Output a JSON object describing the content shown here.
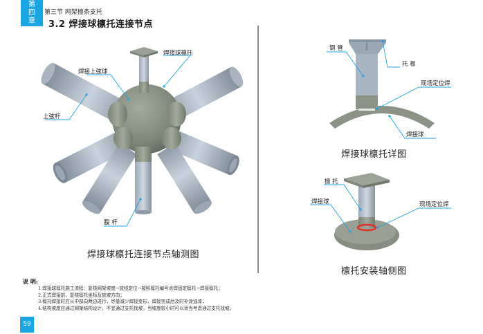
{
  "header": {
    "chapter_badge": [
      "第",
      "四",
      "章"
    ],
    "section_subtitle": "第三节 网架檩条支托",
    "section_title": "3.2 焊接球檩托连接节点"
  },
  "figures": {
    "main": {
      "caption": "焊接球檩托连接节点轴测图",
      "labels": {
        "purlin_support": "焊接球檩托",
        "upper_chord_ball": "焊接上弦球",
        "upper_chord_bar": "上弦杆",
        "web_bar": "腹 杆"
      }
    },
    "detail": {
      "caption": "焊接球檩托详图",
      "labels": {
        "steel_pipe": "钢 管",
        "support_plate": "托 板",
        "site_tack_weld": "现场定位焊",
        "welded_ball": "焊接球"
      }
    },
    "install": {
      "caption": "檩托安装轴侧图",
      "labels": {
        "purlin_support": "檩 托",
        "welded_ball": "焊接球",
        "site_tack_weld": "现场定位焊"
      }
    }
  },
  "notes": {
    "title": "说 明:",
    "items": [
      "1.焊接球檩托施工流程：复核网架坡度→放线定位→按照檩托编号点焊固定檩托→焊接檩托；",
      "2.正式焊接前，复核檩托坐标及放坡方向；",
      "3.檩托焊接时应从中部向两边进行，尽量减少焊接变形，焊接完成后及时补涂油漆；",
      "4.结构坡度应通过网架结构设计，不宜通过支托找坡，当坡度较小时可以适当考虑通过支托找坡。"
    ]
  },
  "footer": {
    "page_number": "59"
  },
  "colors": {
    "accent": "#1aa6e3",
    "leader": "#1aa6e3",
    "weld_red": "#e0302a"
  }
}
